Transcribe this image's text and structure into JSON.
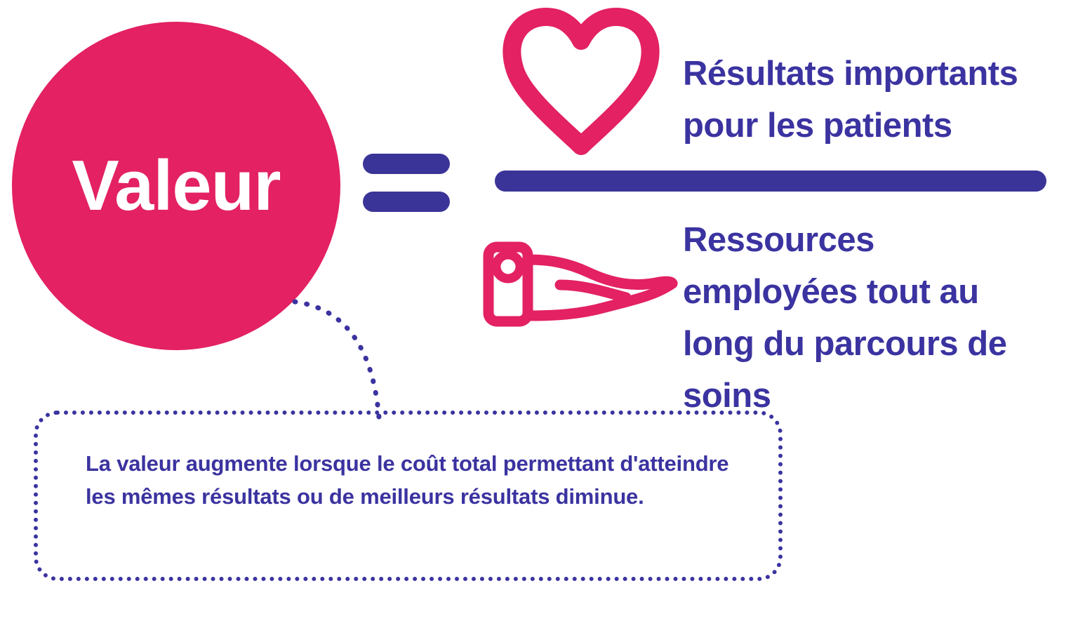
{
  "colors": {
    "pink": "#e32163",
    "indigo": "#3b3498",
    "indigo_text": "#3b33a0",
    "white": "#ffffff",
    "background": "#ffffff"
  },
  "circle": {
    "label": "Valeur"
  },
  "equation": {
    "operator": "=",
    "numerator": {
      "icon": "heart-icon",
      "text": "Résultats importants pour les patients"
    },
    "denominator": {
      "icon": "hand-holding-icon",
      "text": "Ressources employées tout au long du parcours de soins"
    },
    "fraction_bar": "horizontal-divider-bar"
  },
  "callout": {
    "text": "La valeur augmente lorsque le coût total permettant d'atteindre les mêmes résultats ou de meilleurs résultats diminue."
  },
  "connector": {
    "style": "dotted-curve",
    "from": "value-circle",
    "to": "callout-box"
  }
}
